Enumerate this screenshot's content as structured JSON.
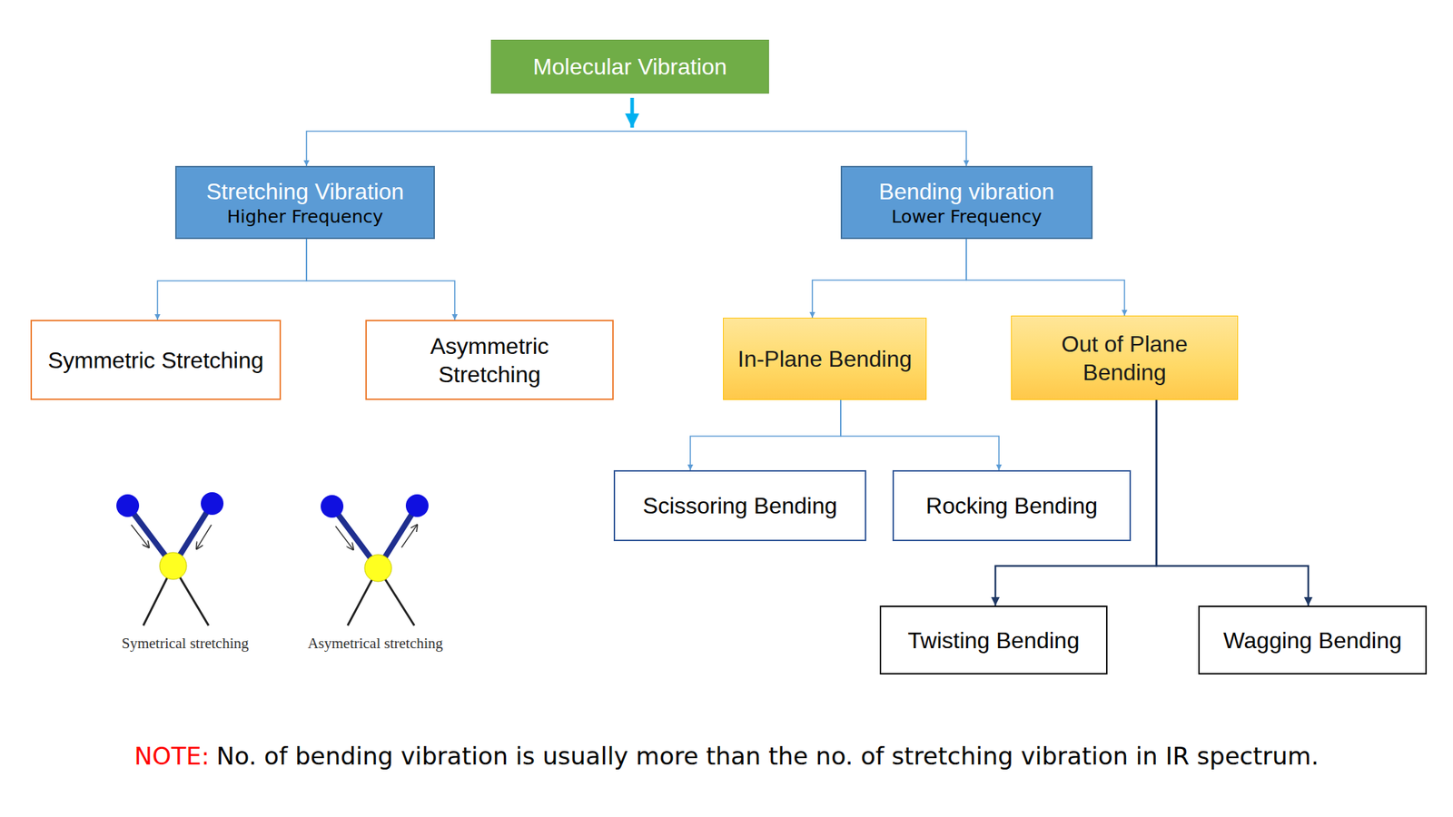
{
  "diagram": {
    "nodes": [
      {
        "text": [
          "Molecular Vibration"
        ]
      },
      {
        "text": [
          "Stretching Vibration",
          "Higher Frequency"
        ]
      },
      {
        "text": [
          "Bending vibration",
          "Lower Frequency"
        ]
      },
      {
        "text": [
          "Symmetric Stretching"
        ]
      },
      {
        "text": [
          "Asymmetric Stretching"
        ]
      },
      {
        "text": [
          "In-Plane Bending"
        ]
      },
      {
        "text": [
          "Out of Plane Bending"
        ]
      },
      {
        "text": [
          "Scissoring Bending"
        ]
      },
      {
        "text": [
          "Rocking Bending"
        ]
      },
      {
        "text": [
          "Twisting Bending"
        ]
      },
      {
        "text": [
          "Wagging Bending"
        ]
      }
    ],
    "edges": [
      {
        "from": 0,
        "to": 1,
        "arrow": "to"
      },
      {
        "from": 0,
        "to": 2,
        "arrow": "to"
      },
      {
        "from": 1,
        "to": 3,
        "arrow": "to"
      },
      {
        "from": 1,
        "to": 4,
        "arrow": "to"
      },
      {
        "from": 2,
        "to": 5,
        "arrow": "to"
      },
      {
        "from": 2,
        "to": 6,
        "arrow": "to"
      },
      {
        "from": 5,
        "to": 7,
        "arrow": "to"
      },
      {
        "from": 5,
        "to": 8,
        "arrow": "to"
      },
      {
        "from": 6,
        "to": 9,
        "arrow": "to"
      },
      {
        "from": 6,
        "to": 10,
        "arrow": "to"
      }
    ],
    "labels": [
      "Symetrical stretching",
      "Asymetrical stretching",
      "NOTE:",
      "No. of bending vibration is usually more than the no. of stretching vibration in IR spectrum."
    ]
  }
}
